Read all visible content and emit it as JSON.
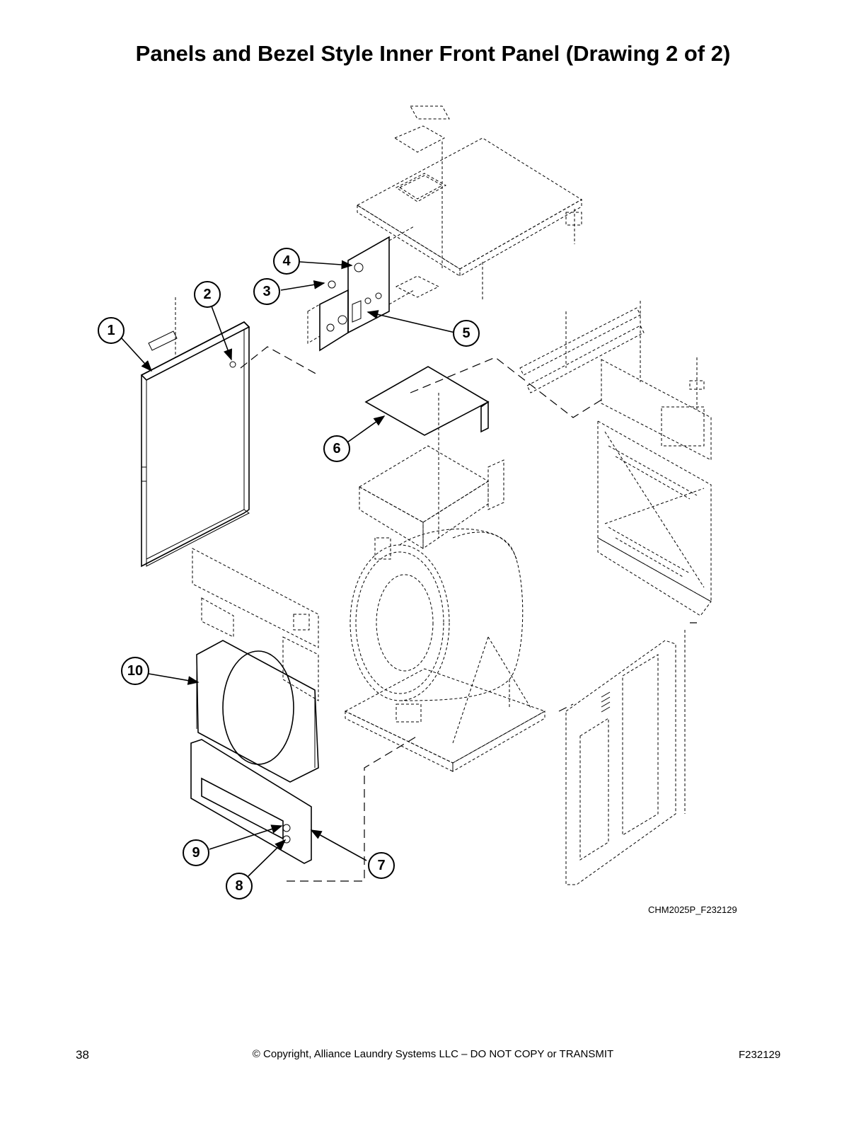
{
  "title": "Panels and Bezel Style Inner Front Panel (Drawing 2 of 2)",
  "drawing_code": "CHM2025P_F232129",
  "footer": {
    "page_number": "38",
    "copyright": "© Copyright, Alliance Laundry Systems LLC – DO NOT COPY or TRANSMIT",
    "doc_code": "F232129"
  },
  "callouts": [
    "1",
    "2",
    "3",
    "4",
    "5",
    "6",
    "7",
    "8",
    "9",
    "10"
  ]
}
